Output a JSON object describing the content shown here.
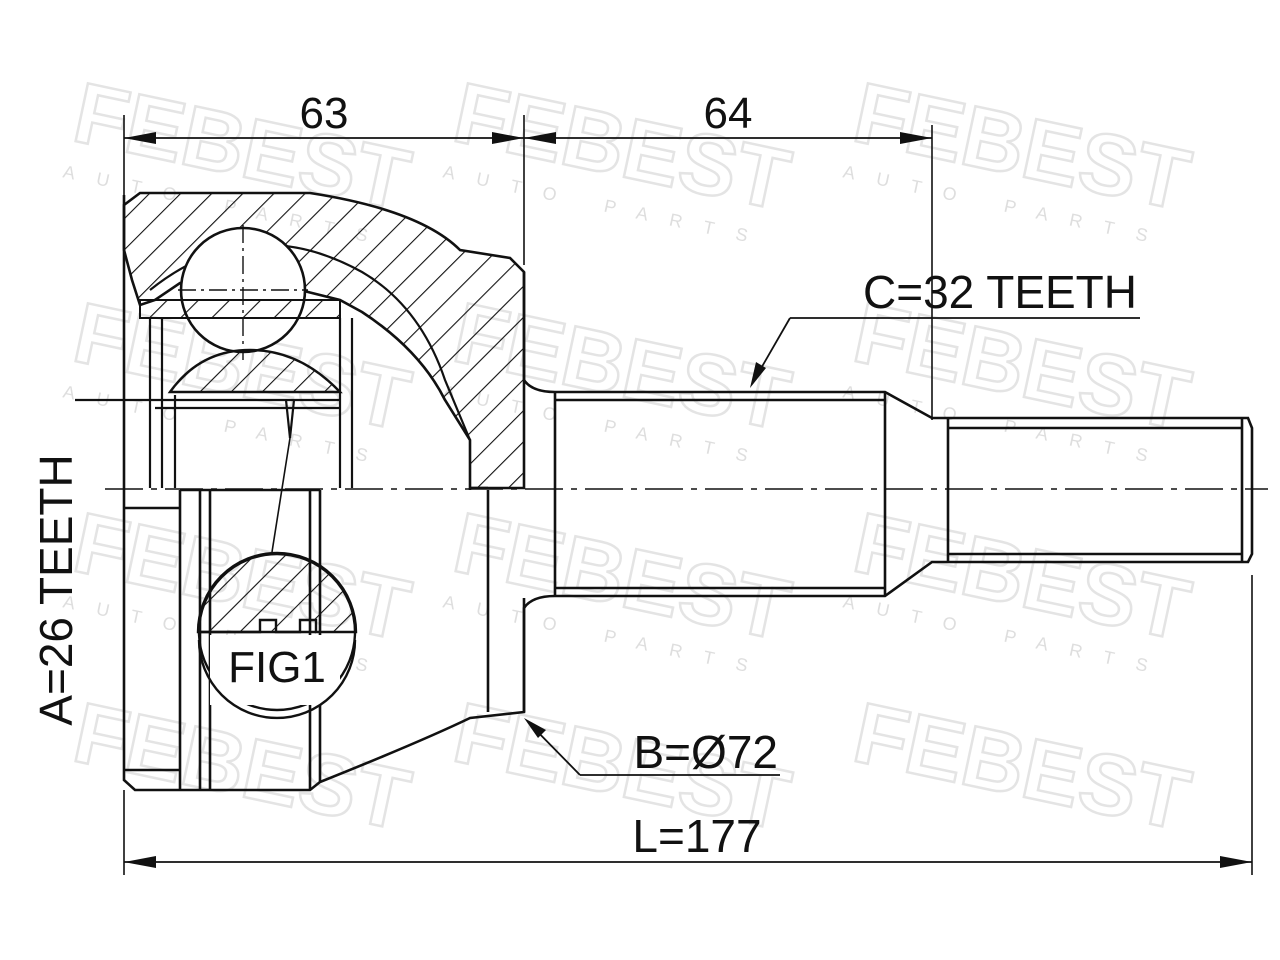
{
  "watermark": {
    "brand": "FEBEST",
    "sub": "AUTO PARTS"
  },
  "dimensions": {
    "housing_length": "63",
    "shaft_length": "64",
    "total_length": "L=177"
  },
  "callouts": {
    "outer_spline": "C=32 TEETH",
    "inner_spline": "A=26 TEETH",
    "abs_diameter": "B=Ø72",
    "figure": "FIG1"
  },
  "colors": {
    "line": "#111111",
    "watermark": "#e4e4e4"
  }
}
